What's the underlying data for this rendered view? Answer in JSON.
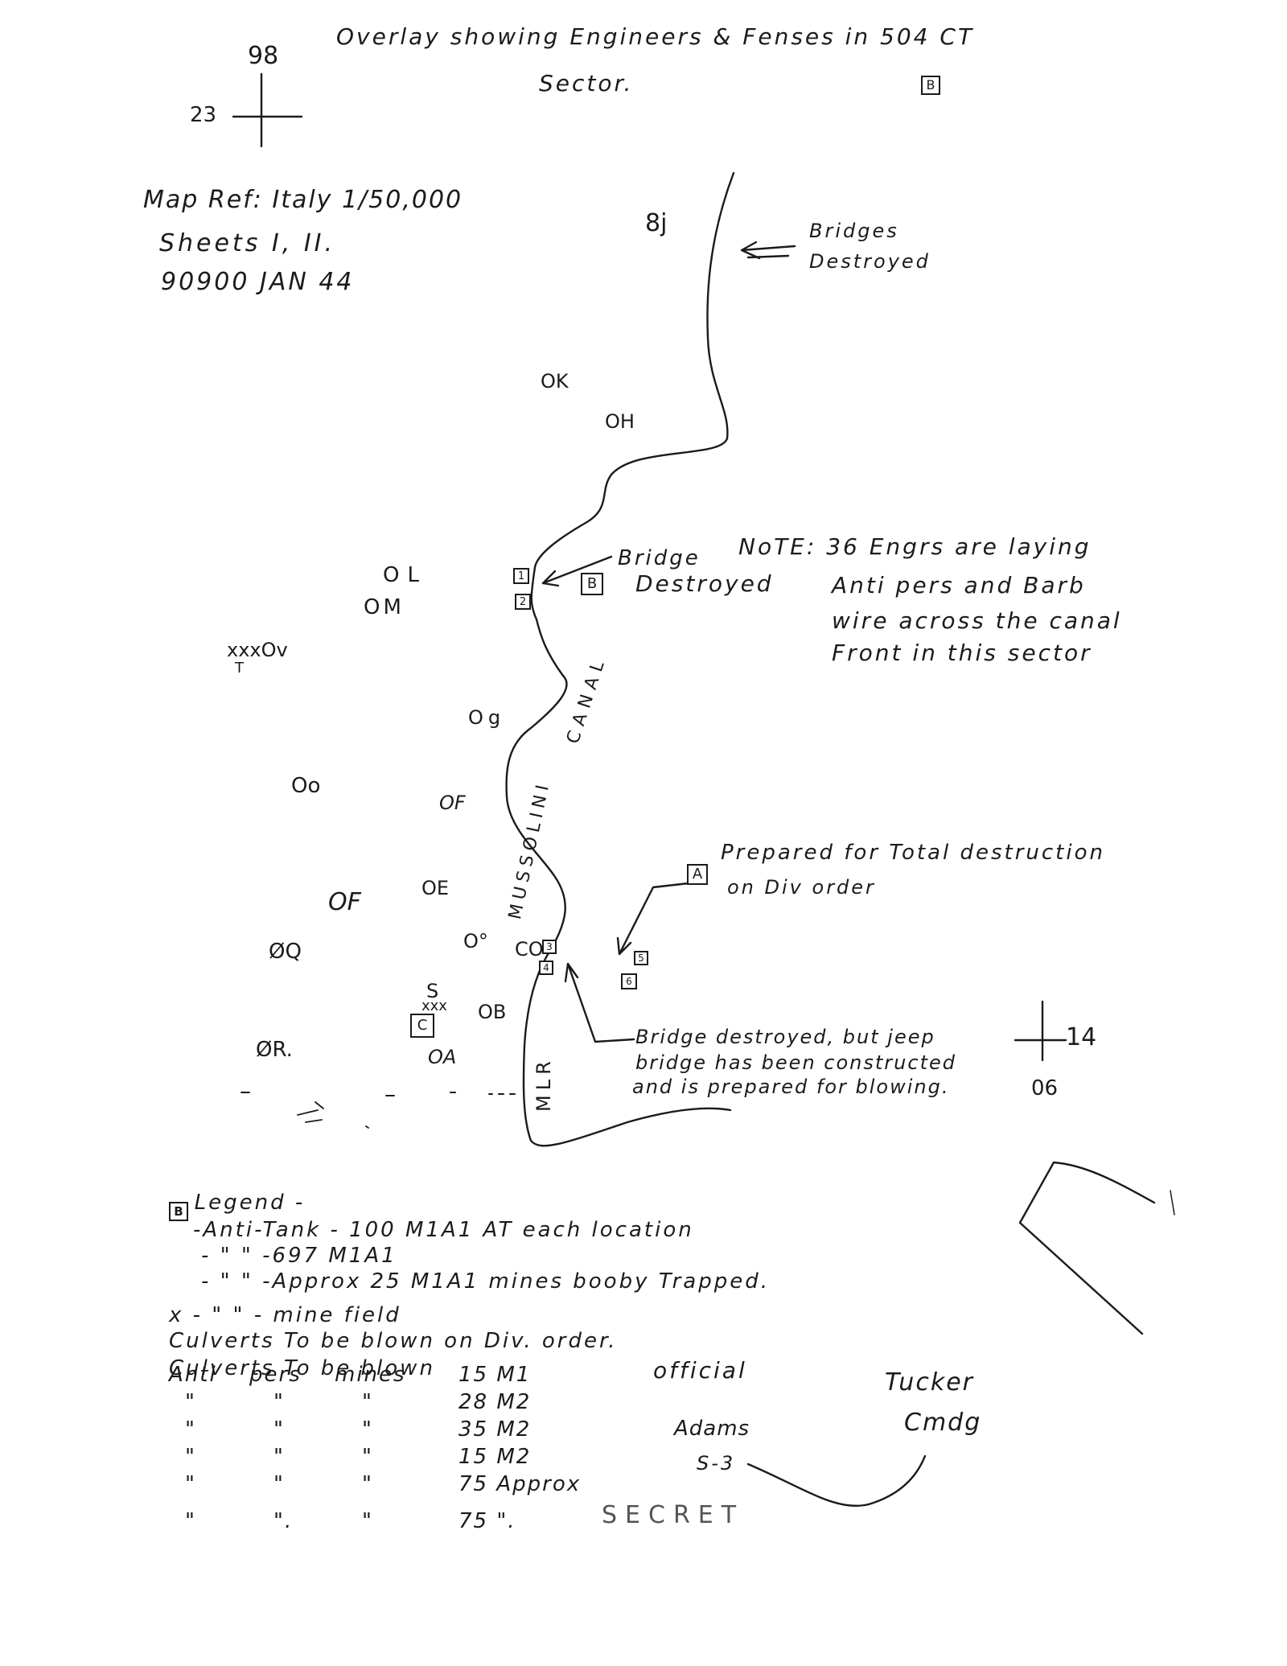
{
  "title": {
    "line1": "Overlay showing Engineers & Fenses in 504 CT",
    "line2": "Sector.",
    "box_mark": "B"
  },
  "grid_refs": {
    "top_left_easting": "98",
    "top_left_northing": "23",
    "bottom_right_northing": "14",
    "bottom_right_easting": "06"
  },
  "map_ref": {
    "line1": "Map Ref: Italy 1/50,000",
    "line2": "Sheets I, II.",
    "line3": "90900 JAN 44"
  },
  "point_labels": [
    {
      "id": "8j",
      "text": "8j"
    },
    {
      "id": "ok",
      "text": "OK"
    },
    {
      "id": "oh",
      "text": "OH"
    },
    {
      "id": "ol",
      "text": "OL"
    },
    {
      "id": "om",
      "text": "OM"
    },
    {
      "id": "ov",
      "text": "xxxOv"
    },
    {
      "id": "ov-t",
      "text": "T"
    },
    {
      "id": "og",
      "text": "Og"
    },
    {
      "id": "oo",
      "text": "Oo"
    },
    {
      "id": "of-1",
      "text": "OF"
    },
    {
      "id": "oe",
      "text": "OE"
    },
    {
      "id": "of-2",
      "text": "OF"
    },
    {
      "id": "o-deg",
      "text": "O°"
    },
    {
      "id": "oq",
      "text": "ØQ"
    },
    {
      "id": "co",
      "text": "CO"
    },
    {
      "id": "s-xxx",
      "text": "S"
    },
    {
      "id": "xxx",
      "text": "xxx"
    },
    {
      "id": "ob",
      "text": "OB"
    },
    {
      "id": "or",
      "text": "ØR."
    },
    {
      "id": "oa",
      "text": "OA"
    }
  ],
  "boxes": [
    {
      "id": "b-right",
      "text": "B"
    },
    {
      "id": "b-1",
      "text": "1"
    },
    {
      "id": "b-2",
      "text": "2"
    },
    {
      "id": "b-a",
      "text": "A"
    },
    {
      "id": "b-5",
      "text": "5"
    },
    {
      "id": "b-6",
      "text": "6"
    },
    {
      "id": "b-3",
      "text": "3"
    },
    {
      "id": "b-4",
      "text": "4"
    },
    {
      "id": "b-c",
      "text": "C"
    }
  ],
  "annotations": {
    "bridges_destroyed_top": {
      "line1": "Bridges",
      "line2": "Destroyed"
    },
    "bridge_destroyed_mid": {
      "line1": "Bridge",
      "line2": "Destroyed"
    },
    "note": {
      "line1": "NoTE: 36 Engrs are laying",
      "line2": "Anti pers and Barb",
      "line3": "wire across the canal",
      "line4": "Front in this sector"
    },
    "prepared": {
      "line1": "Prepared for Total destruction",
      "line2": "on Div order"
    },
    "jeep_bridge": {
      "line1": "Bridge destroyed, but jeep",
      "line2": "bridge has been constructed",
      "line3": "and is prepared for blowing."
    }
  },
  "canal_label": {
    "mussolini": "MUSSOLINI",
    "canal": "CANAL",
    "mlr": "MLR"
  },
  "legend": {
    "heading": "- Legend -",
    "row1_mark": "B",
    "row1": "-Anti-Tank - 100 M1A1 AT each location",
    "row2": "- \"  \"   -697 M1A1",
    "row3": "- \"  \"   -Approx 25 M1A1 mines booby Trapped.",
    "row4": "x - \"  \"  - mine field",
    "row5": "Culverts To be blown on Div. order.",
    "row6": "Culverts To be blown",
    "mines": [
      {
        "c1": "Anti",
        "c2": "pers",
        "c3": "mines",
        "qty": "15 M1"
      },
      {
        "c1": "\"",
        "c2": "\"",
        "c3": "\"",
        "qty": "28 M2"
      },
      {
        "c1": "\"",
        "c2": "\"",
        "c3": "\"",
        "qty": "35 M2"
      },
      {
        "c1": "\"",
        "c2": "\"",
        "c3": "\"",
        "qty": "15 M2"
      },
      {
        "c1": "\"",
        "c2": "\"",
        "c3": "\"",
        "qty": "75 Approx"
      },
      {
        "c1": "\"",
        "c2": "\".",
        "c3": "\"",
        "qty": "75   \"."
      }
    ]
  },
  "signatures": {
    "official": "official",
    "adams": "Adams",
    "s3": "S-3",
    "tucker": "Tucker",
    "cmdg": "Cmdg",
    "secret": "SECRET"
  }
}
